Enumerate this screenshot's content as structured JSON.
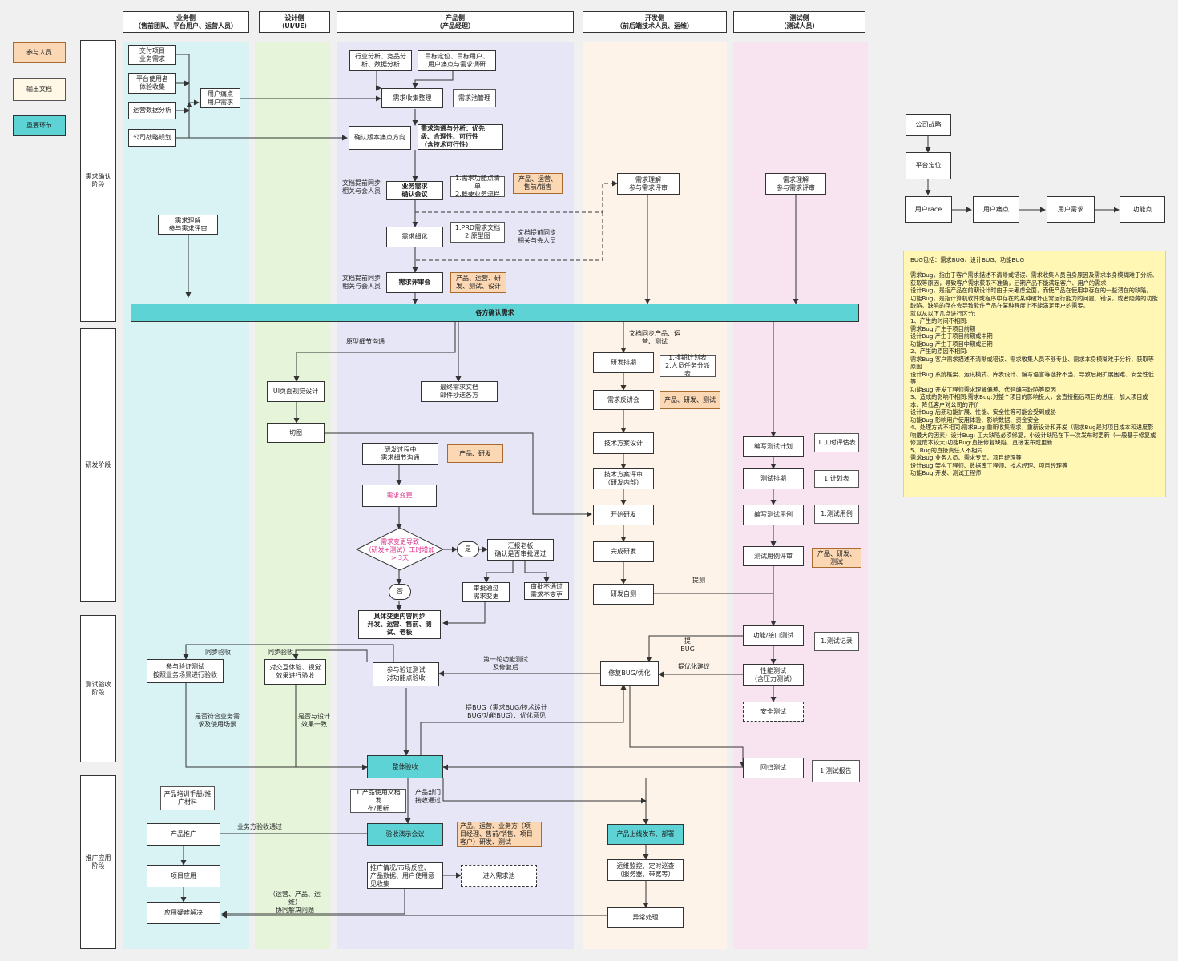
{
  "lanes": {
    "business": "业务侧\n（售前团队、平台用户、运营人员）",
    "design": "设计侧\n（UI/UE）",
    "product": "产品侧\n（产品经理）",
    "dev": "开发侧\n（前后端技术人员、运维）",
    "test": "测试侧\n（测试人员）"
  },
  "stages": {
    "s1": "需求确认\n阶段",
    "s2": "研发阶段",
    "s3": "测试验收\n阶段",
    "s4": "推广应用\n阶段"
  },
  "legend": {
    "participant": "参与人员",
    "document": "输出文档",
    "key": "重要环节"
  },
  "colors": {
    "business_lane": "#d9f3f4",
    "design_lane": "#e6f5da",
    "product_lane": "#e6e6f6",
    "dev_lane": "#fdf3e8",
    "test_lane": "#f8e3f0",
    "participant": "#fbd7b4",
    "key": "#5ed3d6",
    "note": "#fff7b3"
  },
  "nodes": {
    "b1": "交付项目\n业务需求",
    "b2": "平台使用者\n体验收集",
    "b3": "运营数据分析",
    "b4": "公司战略规划",
    "b5": "用户痛点\n用户需求",
    "b6": "需求理解\n参与需求评审",
    "p1": "行业分析、竞品分\n析、数据分析",
    "p2": "目标定位、目标用户、\n用户痛点与需求调研",
    "p3": "需求收集整理",
    "p3d": "需求池管理",
    "p4": "确认版本痛点方向",
    "p5": "需求沟通与分析：优先\n级、合理性、可行性\n（含技术可行性）",
    "p6": "业务需求\n确认会议",
    "p6d": "1.需求功能点清单\n2.概要业务流程",
    "p6o": "产品、运营、\n售前/销售",
    "p6l": "文档提前同步\n相关与会人员",
    "p7": "需求细化",
    "p7d": "1.PRD需求文档\n2.原型图",
    "p7l": "文档提前同步\n相关与会人员",
    "p8": "需求评审会",
    "p8o": "产品、运营、研\n发、测试、设计",
    "p8l": "文档提前同步\n相关与会人员",
    "d1": "需求理解\n参与需求评审",
    "t1": "需求理解\n参与需求评审",
    "bar": "各方确认需求",
    "u1l": "原型细节沟通",
    "u1": "UI页面视觉设计",
    "u2": "切图",
    "p9": "最终需求文档\n邮件抄送各方",
    "p10": "研发过程中\n需求细节沟通",
    "p10o": "产品、研发",
    "p11": "需求变更",
    "p12": "需求变更导致\n（研发+测试）工时增加\n> 3天",
    "yes": "是",
    "no": "否",
    "p13": "汇报老板\n确认是否审批通过",
    "p14": "审批通过\n需求变更",
    "p15": "审批不通过\n需求不变更",
    "p16": "具体变更内容同步\n开发、运营、售前、测\n试、老板",
    "d2l": "文档同步产品、运\n营、测试",
    "d2": "研发排期",
    "d2d": "1.排期计划表\n2.人员任务分派表",
    "d3": "需求反讲会",
    "d3o": "产品、研发、测试",
    "d4": "技术方案设计",
    "d5": "技术方案评审\n（研发内部）",
    "d6": "开始研发",
    "d7": "完成研发",
    "d8": "研发自测",
    "d8l": "提测",
    "t2": "编写测试计划",
    "t2d": "1.工时评估表",
    "t3": "测试排期",
    "t3d": "1.计划表",
    "t4": "编写测试用例",
    "t4d": "1.测试用例",
    "t5": "测试用例评审",
    "t5o": "产品、研发、\n测试",
    "t6": "功能/接口测试",
    "t6d": "1.测试记录",
    "t6l": "提BUG",
    "t7": "性能测试\n（含压力测试）",
    "t7l": "提优化建议",
    "t8": "安全测试",
    "t9": "回归测试",
    "t9d": "1.测试报告",
    "d9": "修复BUG/优化",
    "b7l": "同步验收",
    "b7": "参与验证测试\n按照业务场景进行验收",
    "u3l": "同步验收",
    "u3": "对交互体验、视觉\n效果进行验收",
    "p17": "参与验证测试\n对功能点验收",
    "p17l": "第一轮功能测试\n及修复后",
    "p17l2": "提BUG（需求BUG/技术设计\nBUG/功能BUG）、优化意见",
    "b7l2": "是否符合业务需\n求及使用场景",
    "u3l2": "是否与设计\n效果一致",
    "p18": "整体验收",
    "p19l": "产品部门\n接收通过",
    "p19d": "1.产品使用文档发\n布/更新",
    "p19": "验收演示会议",
    "p19o": "产品、运营、业务方（项\n目经理、售前/销售、项目\n客户）研发、测试",
    "b8d": "产品培训手册/推\n广材料",
    "b8l": "业务方验收通过",
    "b8": "产品推广",
    "b9": "项目应用",
    "b10": "应用疑难解决",
    "p20": "推广情况/市场反应、\n产品数据、用户使用意\n见收集",
    "p21": "进入需求池",
    "p20l": "（运营、产品、运维）\n协同解决问题",
    "d10": "产品上线发布、部署",
    "d11": "运维监控、定时巡查\n（服务器、带宽等）",
    "d12": "异常处理"
  },
  "side_flow": {
    "f1": "公司战略",
    "f2": "平台定位",
    "f3": "用户race",
    "f4": "用户痛点",
    "f5": "用户需求",
    "f6": "功能点"
  },
  "note_lines": [
    "BUG包括：需求BUG、设计BUG、功能BUG",
    "",
    "需求Bug，指由于客户需求描述不清晰或错误、需求收集人员自身原因及需求本身模糊难于分析、获取等原因，导致客户需求获取不准确，后期产品不能满足客户、用户的需求",
    "设计Bug，是指产品在前期设计时由于未考虑全面，而使产品在使用中存在的一些潜在的缺陷。",
    "功能Bug，是指计算机软件或程序中存在的某种破坏正常运行能力的问题、错误，或者隐藏的功能缺陷。缺陷的存在会导致软件产品在某种程度上不能满足用户的需要。",
    "就以从以下几点进行区分:",
    "1、产生的时间不相同:",
    "需求Bug:产生于项目前期",
    "设计Bug:产生于项目前期或中期",
    "功能Bug:产生于项目中期或后期",
    "2、产生的原因不相同:",
    "需求Bug:客户需求描述不清晰或错误、需求收集人员不够专业、需求本身模糊难于分析、获取等原因",
    "设计Bug:系统框架、运讯模式、库表设计、编写语言等选择不当，导致后期扩展困难、安全性低等",
    "功能Bug:开发工程师需求理解偏差、代码编写缺陷等原因",
    "3、造成的影响不相同:需求Bug:对整个项目的影响极大，会直接拖后项目的进度，加大项目成本、降低客户对公司的评价",
    "设计Bug:后期功能扩展、性能、安全性等可能会受到威胁",
    "功能Bug:影响用户使用体验、影响数据、资金安全",
    "4、处理方式不相同:需求Bug:重新收集需求，重新设计和开发（需求Bug是对项目成本和进度影响最大的因素）设计Bug: 工大缺陷必须修复，小设计缺陷在下一次发布时更新（一般基于修复或修复成本较大)功能Bug:直接修复缺陷、直接发布或更新",
    "5、Bug的直接责任人不相同",
    "需求Bug:业务人员、需求专员、项目经理等",
    "设计Bug:架构工程师、数据库工程师、技术经理、项目经理等",
    "功能Bug:开发、测试工程师"
  ]
}
